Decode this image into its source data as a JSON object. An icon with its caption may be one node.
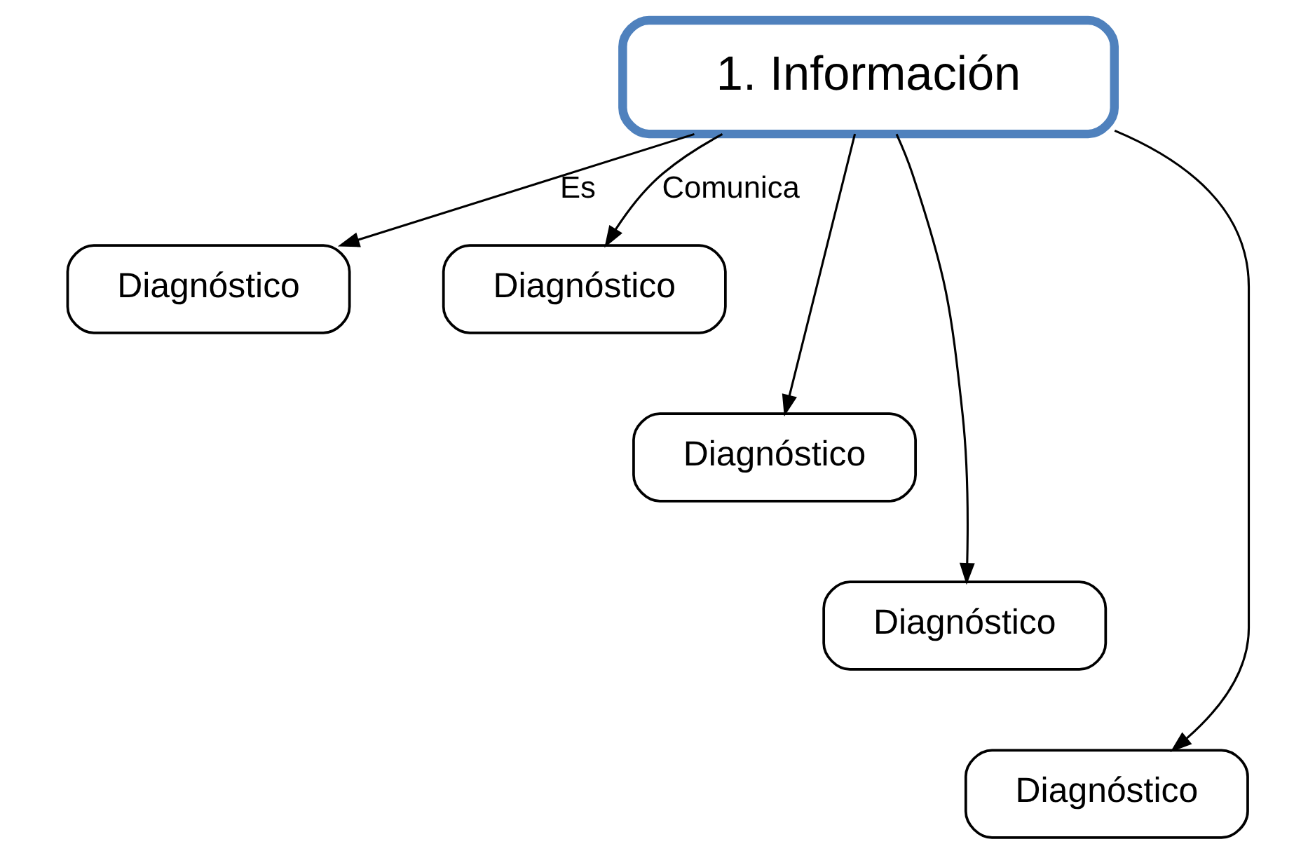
{
  "diagram": {
    "nodes": [
      {
        "text": [
          "1. Información"
        ]
      },
      {
        "text": [
          "Diagnóstico"
        ]
      },
      {
        "text": [
          "Diagnóstico"
        ]
      },
      {
        "text": [
          "Diagnóstico"
        ]
      },
      {
        "text": [
          "Diagnóstico"
        ]
      },
      {
        "text": [
          "Diagnóstico"
        ]
      }
    ],
    "edges": [
      {
        "from": 0,
        "to": 1,
        "arrow": "to",
        "label": "Es"
      },
      {
        "from": 0,
        "to": 2,
        "arrow": "to",
        "label": "Comunica"
      },
      {
        "from": 0,
        "to": 3,
        "arrow": "to"
      },
      {
        "from": 0,
        "to": 4,
        "arrow": "to"
      },
      {
        "from": 0,
        "to": 5,
        "arrow": "to"
      }
    ]
  }
}
